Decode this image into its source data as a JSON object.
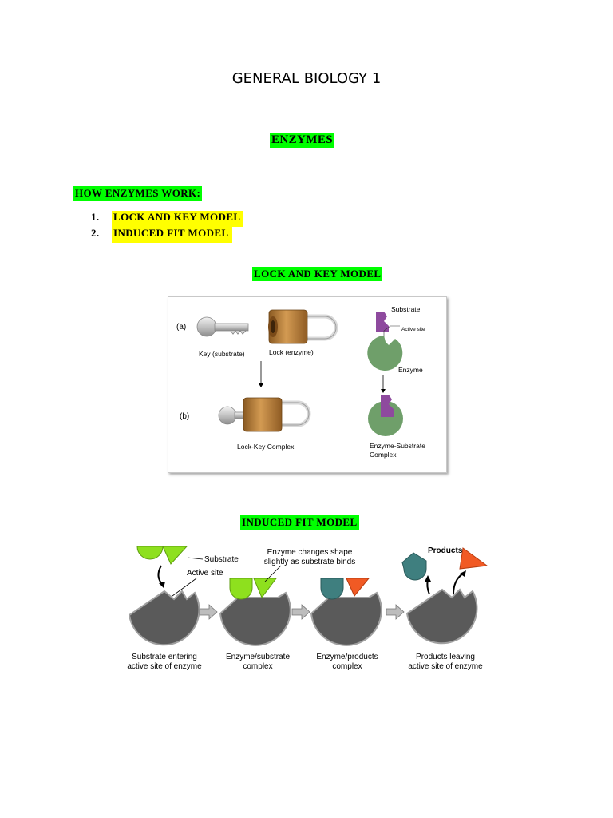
{
  "document": {
    "title": "GENERAL BIOLOGY 1",
    "section_title": "ENZYMES",
    "subheading": "HOW ENZYMES WORK:",
    "list": [
      {
        "num": "1.",
        "text": "LOCK AND KEY MODEL"
      },
      {
        "num": "2.",
        "text": "INDUCED FIT MODEL"
      }
    ],
    "lock_key_heading": "LOCK AND KEY MODEL",
    "induced_fit_heading": "INDUCED FIT MODEL"
  },
  "figure_lock_key": {
    "label_a": "(a)",
    "label_b": "(b)",
    "key": "Key (substrate)",
    "lock": "Lock (enzyme)",
    "substrate": "Substrate",
    "active_site": "Active site",
    "enzyme": "Enzyme",
    "lock_key_complex": "Lock-Key Complex",
    "es_complex_line1": "Enzyme-Substrate",
    "es_complex_line2": "Complex"
  },
  "figure_induced_fit": {
    "substrate": "Substrate",
    "active_site": "Active site",
    "change_line1": "Enzyme changes shape",
    "change_line2": "slightly as substrate binds",
    "products": "Products",
    "stage1_line1": "Substrate entering",
    "stage1_line2": "active site of enzyme",
    "stage2_line1": "Enzyme/substrate",
    "stage2_line2": "complex",
    "stage3_line1": "Enzyme/products",
    "stage3_line2": "complex",
    "stage4_line1": "Products leaving",
    "stage4_line2": "active site of enzyme"
  },
  "colors": {
    "heading_green": "#00ff00",
    "list_yellow": "#ffff00",
    "substrate_green": "#8ee01e",
    "product_teal": "#3f7f7f",
    "product_orange": "#f15a24",
    "enzyme_gray": "#5a5a5a",
    "lock_brown": "#b77a33",
    "enzyme_green": "#6f9f6a",
    "substrate_purple": "#8e4a9e"
  }
}
